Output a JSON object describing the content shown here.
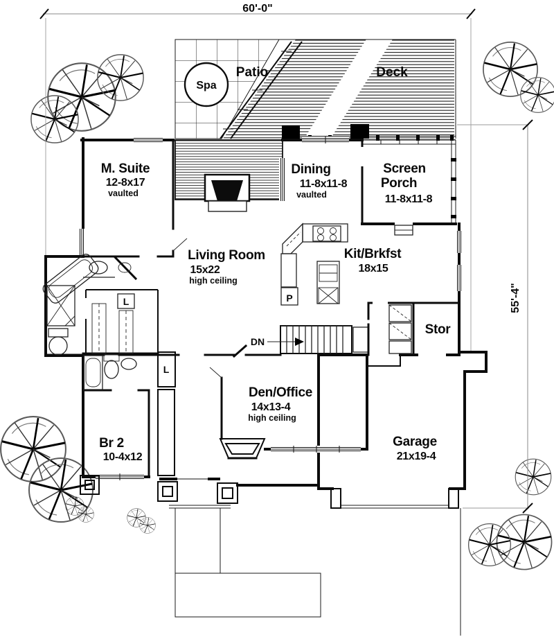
{
  "plan": {
    "dim_width": "60'-0\"",
    "dim_height": "55'-4\"",
    "outdoor": {
      "spa": "Spa",
      "patio": "Patio",
      "deck": "Deck"
    },
    "rooms": {
      "m_suite": {
        "name": "M. Suite",
        "size": "12-8x17",
        "note": "vaulted"
      },
      "dining": {
        "name": "Dining",
        "size": "11-8x11-8",
        "note": "vaulted"
      },
      "screen_porch": {
        "line1": "Screen",
        "line2": "Porch",
        "size": "11-8x11-8"
      },
      "living": {
        "name": "Living Room",
        "size": "15x22",
        "note": "high ceiling"
      },
      "kitchen": {
        "name": "Kit/Brkfst",
        "size": "18x15"
      },
      "storage": {
        "name": "Stor"
      },
      "den": {
        "name": "Den/Office",
        "size": "14x13-4",
        "note": "high ceiling"
      },
      "br2": {
        "name": "Br 2",
        "size": "10-4x12"
      },
      "garage": {
        "name": "Garage",
        "size": "21x19-4"
      }
    },
    "annotations": {
      "stairs": "DN",
      "pantry": "P",
      "linen_master": "L",
      "linen_hall": "L"
    },
    "colors": {
      "ink": "#111111",
      "dim_line": "#8a8a8a",
      "paper": "#ffffff"
    }
  }
}
